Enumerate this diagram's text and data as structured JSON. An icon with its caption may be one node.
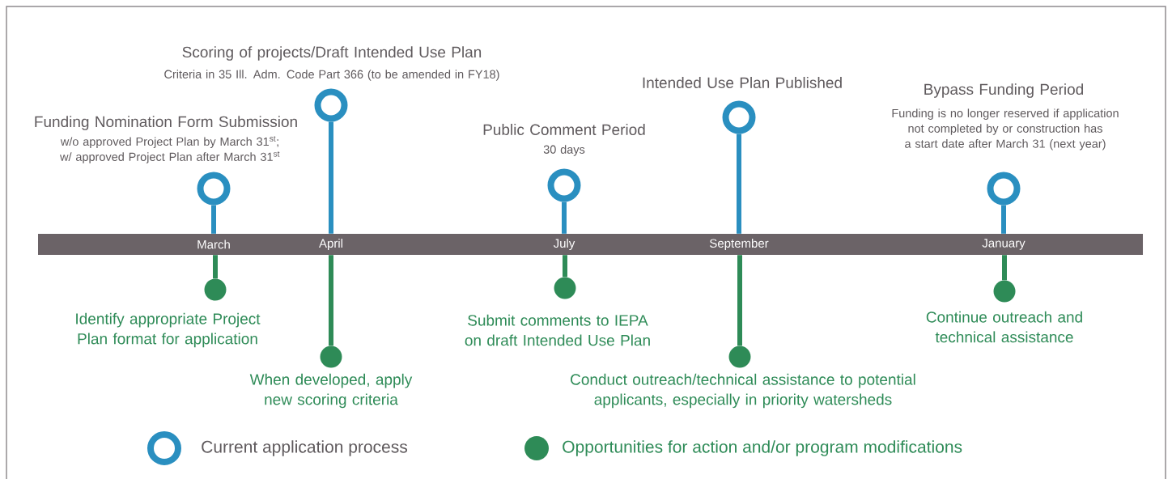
{
  "diagram": {
    "nodes": [
      {
        "text": [
          "Funding Nomination Form  Submission",
          "w/o approved Project Plan by March 31$^{st}$; w/ approved Project Plan after March 31$^{st}$"
        ]
      },
      {
        "text": [
          "Scoring of projects/Draft Intended Use Plan",
          "Criteria in 35 Ill. Adm. Code Part 366 (to be amended in FY18)"
        ]
      },
      {
        "text": [
          "Public Comment Period",
          "30 days"
        ]
      },
      {
        "text": [
          "Intended Use Plan Published"
        ]
      },
      {
        "text": [
          "Bypass Funding Period",
          "Funding is no longer reserved if application not completed by or construction has a start date after March 31 (next year)"
        ]
      },
      {
        "text": [],
        "shape": "bar"
      },
      {
        "text": [
          "Identify appropriate Project Plan format for application"
        ]
      },
      {
        "text": [
          "When developed, apply new scoring criteria"
        ]
      },
      {
        "text": [
          "Submit comments to IEPA on draft Intended Use Plan"
        ]
      },
      {
        "text": [
          "Conduct outreach/technical assistance to potential applicants, especially in priority watersheds"
        ]
      },
      {
        "text": [
          "Continue outreach and technical assistance"
        ]
      }
    ],
    "edges": [
      {
        "from": 0,
        "to": 5,
        "arrow": "none",
        "color": "#2a8fc0"
      },
      {
        "from": 1,
        "to": 5,
        "arrow": "none",
        "color": "#2a8fc0"
      },
      {
        "from": 2,
        "to": 5,
        "arrow": "none",
        "color": "#2a8fc0"
      },
      {
        "from": 3,
        "to": 5,
        "arrow": "none",
        "color": "#2a8fc0"
      },
      {
        "from": 4,
        "to": 5,
        "arrow": "none",
        "color": "#2a8fc0"
      },
      {
        "from": 5,
        "to": 6,
        "arrow": "none",
        "color": "#2e8b57"
      },
      {
        "from": 5,
        "to": 7,
        "arrow": "none",
        "color": "#2e8b57"
      },
      {
        "from": 5,
        "to": 8,
        "arrow": "none",
        "color": "#2e8b57"
      },
      {
        "from": 5,
        "to": 9,
        "arrow": "none",
        "color": "#2e8b57"
      },
      {
        "from": 5,
        "to": 10,
        "arrow": "none",
        "color": "#2e8b57"
      }
    ],
    "labels": [
      "March",
      "April",
      "July",
      "September",
      "January"
    ],
    "legend": [
      {
        "text": "Current application process"
      },
      {
        "text": "Opportunities for action and/or program modifications",
        "color": "#2e8b57"
      }
    ]
  }
}
